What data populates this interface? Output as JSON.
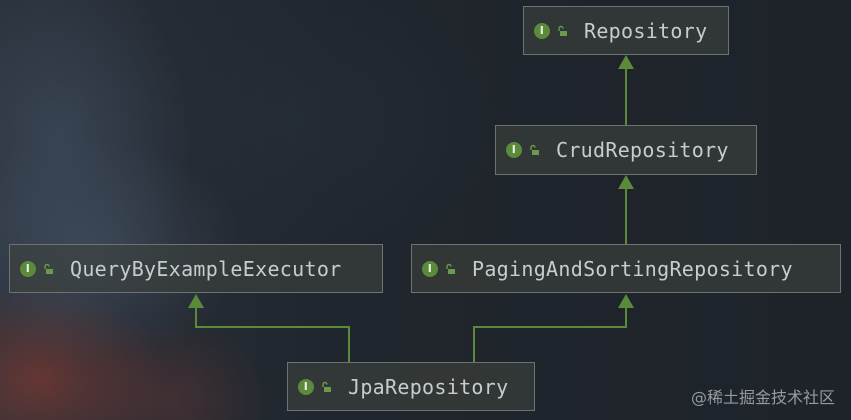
{
  "diagram": {
    "interface_badge": "I",
    "nodes": {
      "repository": "Repository",
      "crud": "CrudRepository",
      "paging": "PagingAndSortingRepository",
      "qbe": "QueryByExampleExecutor",
      "jpa": "JpaRepository"
    },
    "colors": {
      "arrow": "#5a8a3a",
      "badge": "#5a8a3a",
      "node_fill": "#3e423e"
    }
  },
  "watermark": "@稀土掘金技术社区"
}
